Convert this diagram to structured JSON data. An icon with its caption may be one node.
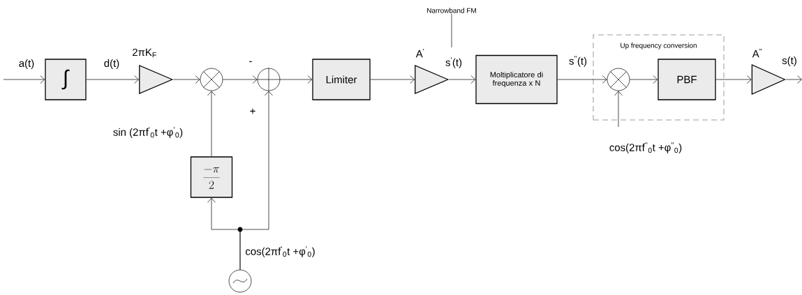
{
  "diagram": {
    "nodes": [
      {
        "text": [
          "∫"
        ]
      },
      {
        "text": [
          "2πK$_{F}$"
        ]
      },
      {
        "text": [],
        "shape": "circle"
      },
      {
        "text": [],
        "shape": "circle"
      },
      {
        "text": [
          "Limiter"
        ]
      },
      {
        "text": [
          "A$^{'}$"
        ]
      },
      {
        "text": [
          "Moltiplicatore di frequenza x N"
        ]
      },
      {
        "text": [
          "Up frequency conversion"
        ]
      },
      {
        "text": [],
        "shape": "circle",
        "in": 7
      },
      {
        "text": [
          "PBF"
        ],
        "in": 7
      },
      {
        "text": [
          "A$^{''}$"
        ]
      },
      {
        "text": [
          "\\frac{-\\pi}{2}"
        ]
      },
      {
        "text": [],
        "shape": "circle"
      },
      {
        "text": [
          "Narrowband FM"
        ]
      }
    ],
    "edges": [
      {
        "from": null,
        "to": 0,
        "arrow": "to",
        "label": "a(t)"
      },
      {
        "from": 0,
        "to": 1,
        "arrow": "to",
        "label": "d(t)"
      },
      {
        "from": 1,
        "to": 2,
        "arrow": "to"
      },
      {
        "from": 2,
        "to": 3,
        "arrow": "to",
        "label": "-"
      },
      {
        "from": 3,
        "to": 4,
        "arrow": "to"
      },
      {
        "from": 4,
        "to": 5,
        "arrow": "to"
      },
      {
        "from": 5,
        "to": 6,
        "arrow": "to",
        "label": "s$^{'}$(t)"
      },
      {
        "from": 6,
        "to": 8,
        "arrow": "to",
        "label": "s$^{''}$(t)"
      },
      {
        "from": 8,
        "to": 9,
        "arrow": "to"
      },
      {
        "from": 9,
        "to": 10,
        "arrow": "to"
      },
      {
        "from": 10,
        "to": null,
        "arrow": "to",
        "label": "s(t)"
      },
      {
        "from": 11,
        "to": 2,
        "arrow": "to",
        "label": "sin (2πf$^{'}$$_{0}$t +φ$^{'}$$_{0}$)"
      },
      {
        "from": 12,
        "to": 11,
        "arrow": "to"
      },
      {
        "from": 12,
        "to": 3,
        "arrow": "to",
        "label": "+"
      },
      {
        "from": null,
        "to": 8,
        "arrow": "to",
        "label": "cos(2πf$^{''}$$_{0}$t +φ$^{''}$$_{0}$)"
      },
      {
        "from": 13,
        "to": null,
        "arrow": "none"
      }
    ],
    "labels": [
      "cos(2πf$^{'}$$_{0}$t +φ$^{'}$$_{0}$)"
    ]
  }
}
